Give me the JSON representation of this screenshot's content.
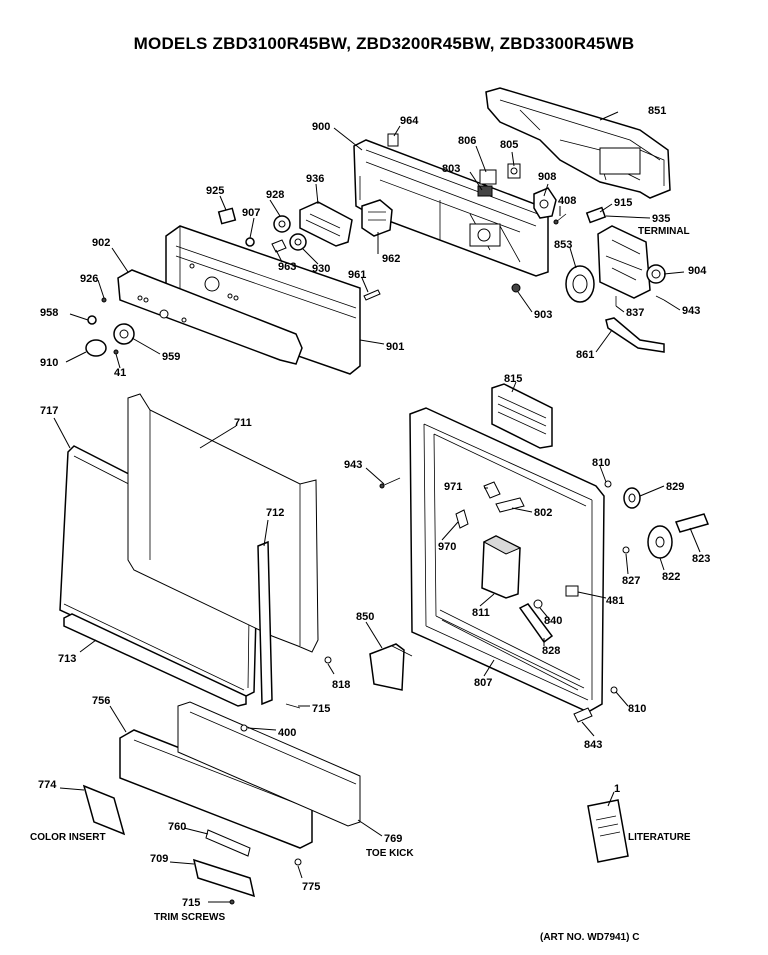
{
  "title": "MODELS ZBD3100R45BW, ZBD3200R45BW, ZBD3300R45WB",
  "art_no": "(ART NO. WD7941) C",
  "text_labels": {
    "terminal": "TERMINAL",
    "color_insert": "COLOR INSERT",
    "toe_kick": "TOE KICK",
    "trim_screws": "TRIM SCREWS",
    "literature": "LITERATURE"
  },
  "callouts": {
    "p851": "851",
    "p964": "964",
    "p900": "900",
    "p806": "806",
    "p805": "805",
    "p803": "803",
    "p908": "908",
    "p408": "408",
    "p915": "915",
    "p935": "935",
    "p936": "936",
    "p925": "925",
    "p928": "928",
    "p907": "907",
    "p962": "962",
    "p963": "963",
    "p930": "930",
    "p853": "853",
    "p904": "904",
    "p902": "902",
    "p961": "961",
    "p903": "903",
    "p837": "837",
    "p943a": "943",
    "p926": "926",
    "p958": "958",
    "p861": "861",
    "p901": "901",
    "p910": "910",
    "p959": "959",
    "p41": "41",
    "p815": "815",
    "p717": "717",
    "p711": "711",
    "p943b": "943",
    "p810a": "810",
    "p971": "971",
    "p829": "829",
    "p802": "802",
    "p970": "970",
    "p823": "823",
    "p712": "712",
    "p827": "827",
    "p822": "822",
    "p481": "481",
    "p811": "811",
    "p840": "840",
    "p850": "850",
    "p828": "828",
    "p713": "713",
    "p818": "818",
    "p807": "807",
    "p715a": "715",
    "p810b": "810",
    "p756": "756",
    "p400": "400",
    "p843": "843",
    "p774": "774",
    "p1": "1",
    "p760": "760",
    "p769": "769",
    "p709": "709",
    "p775": "775",
    "p715b": "715"
  }
}
